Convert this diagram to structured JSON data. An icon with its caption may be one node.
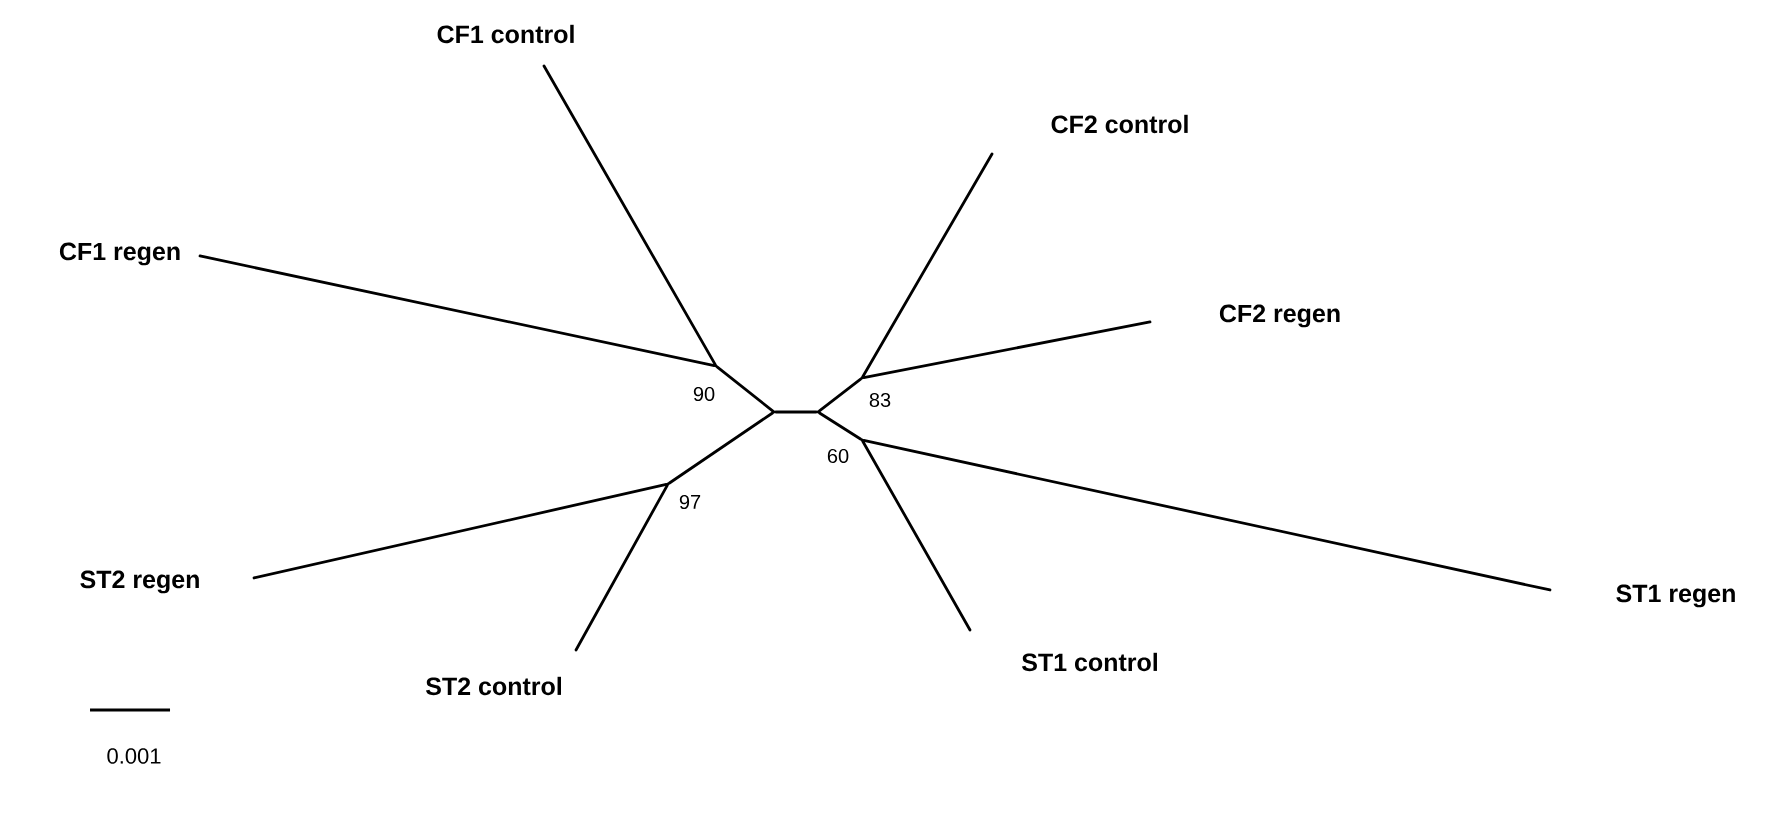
{
  "diagram": {
    "nodes": [
      {
        "text": [
          "CF1 control"
        ]
      },
      {
        "text": [
          "CF2 control"
        ]
      },
      {
        "text": [
          "CF1 regen"
        ]
      },
      {
        "text": [
          "CF2 regen"
        ]
      },
      {
        "text": [],
        "shape": "point",
        "beside": [
          "90"
        ]
      },
      {
        "text": [],
        "shape": "point",
        "beside": [
          "83"
        ]
      },
      {
        "text": [],
        "shape": "point"
      },
      {
        "text": [],
        "shape": "point"
      },
      {
        "text": [],
        "shape": "point",
        "beside": [
          "60"
        ]
      },
      {
        "text": [],
        "shape": "point",
        "beside": [
          "97"
        ]
      },
      {
        "text": [
          "ST1 regen"
        ]
      },
      {
        "text": [
          "ST2 regen"
        ]
      },
      {
        "text": [
          "ST2 control"
        ]
      },
      {
        "text": [
          "ST1 control"
        ]
      }
    ],
    "edges": [
      {
        "from": 6,
        "to": 7,
        "arrow": "none"
      },
      {
        "from": 6,
        "to": 4,
        "arrow": "none"
      },
      {
        "from": 6,
        "to": 9,
        "arrow": "none"
      },
      {
        "from": 7,
        "to": 5,
        "arrow": "none"
      },
      {
        "from": 7,
        "to": 8,
        "arrow": "none"
      },
      {
        "from": 4,
        "to": 0,
        "arrow": "none"
      },
      {
        "from": 4,
        "to": 2,
        "arrow": "none"
      },
      {
        "from": 5,
        "to": 1,
        "arrow": "none"
      },
      {
        "from": 5,
        "to": 3,
        "arrow": "none"
      },
      {
        "from": 8,
        "to": 10,
        "arrow": "none"
      },
      {
        "from": 8,
        "to": 13,
        "arrow": "none"
      },
      {
        "from": 9,
        "to": 11,
        "arrow": "none"
      },
      {
        "from": 9,
        "to": 12,
        "arrow": "none"
      }
    ],
    "labels": [
      "0.001"
    ]
  }
}
